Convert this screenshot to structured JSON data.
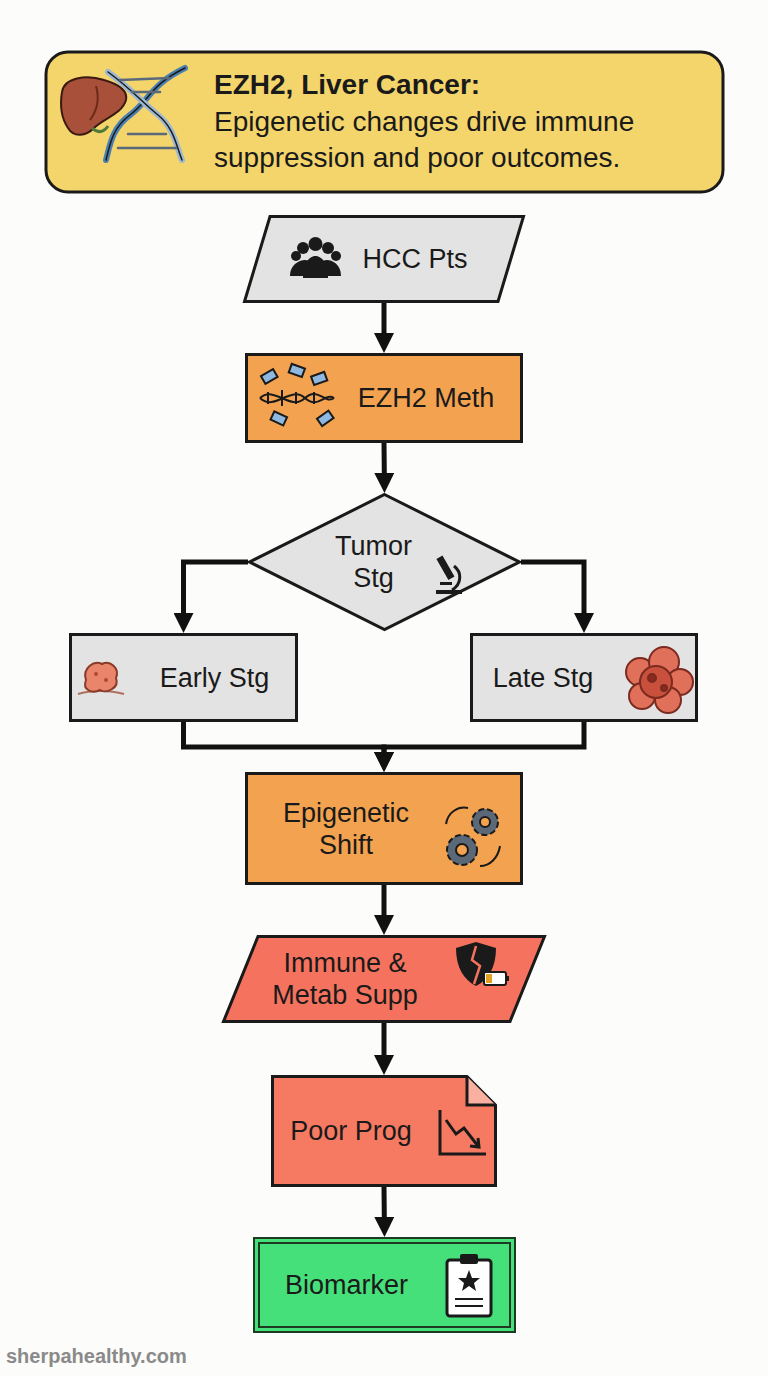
{
  "diagram": {
    "title": "EZH2, Liver Cancer:",
    "nodes": [
      {
        "text": [
          "HCC Pts"
        ]
      },
      {
        "text": [
          "EZH2 Meth"
        ]
      },
      {
        "text": [
          "Tumor Stg"
        ]
      },
      {
        "text": [
          "Early Stg"
        ]
      },
      {
        "text": [
          "Late Stg"
        ]
      },
      {
        "text": [
          "Epigenetic Shift"
        ]
      },
      {
        "text": [
          "Immune & Metab Supp"
        ]
      },
      {
        "text": [
          "Poor Prog"
        ]
      },
      {
        "text": [
          "Biomarker"
        ]
      }
    ],
    "edges": [
      {
        "from": 0,
        "to": 1,
        "arrow": "to"
      },
      {
        "from": 1,
        "to": 2,
        "arrow": "to"
      },
      {
        "from": 2,
        "to": 3,
        "arrow": "to"
      },
      {
        "from": 2,
        "to": 4,
        "arrow": "to"
      },
      {
        "from": 3,
        "to": 5,
        "arrow": "to"
      },
      {
        "from": 4,
        "to": 5,
        "arrow": "to"
      },
      {
        "from": 5,
        "to": 6,
        "arrow": "to"
      },
      {
        "from": 6,
        "to": 7,
        "arrow": "to"
      },
      {
        "from": 7,
        "to": 8,
        "arrow": "to"
      }
    ],
    "labels": [
      "Epigenetic changes drive immune suppression and poor outcomes.",
      "sherpahealthy.com"
    ]
  }
}
